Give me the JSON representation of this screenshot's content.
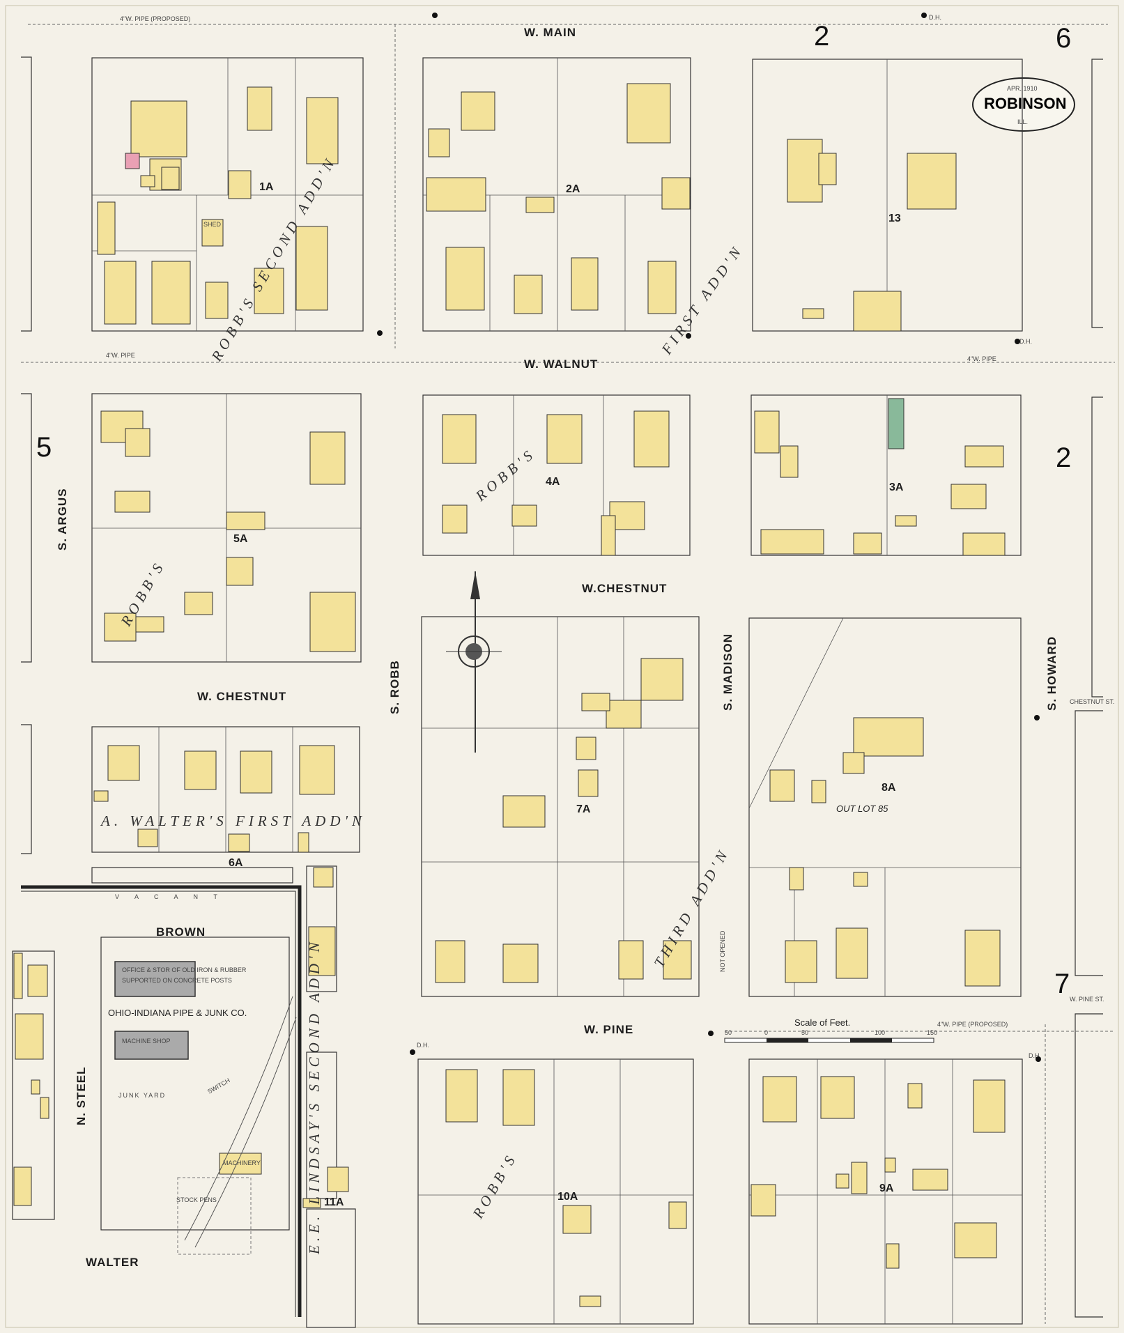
{
  "sheet": {
    "number": "6",
    "date": "APR. 1910",
    "town": "ROBINSON",
    "state": "ILL.",
    "adjacent_sheets": [
      "2",
      "5",
      "2",
      "7"
    ]
  },
  "streets": {
    "w_main": "W. MAIN",
    "w_walnut": "W. WALNUT",
    "w_chestnut_1": "W. CHESTNUT",
    "w_chestnut_2": "W.CHESTNUT",
    "w_pine": "W. PINE",
    "brown": "BROWN",
    "walter": "WALTER",
    "s_argus": "S. ARGUS",
    "s_robb": "S. ROBB",
    "s_madison": "S. MADISON",
    "s_howard": "S. HOWARD",
    "n_steel": "N. STEEL",
    "chestnut_st": "CHESTNUT ST.",
    "w_pine_st": "W. PINE ST."
  },
  "additions": {
    "robbs_second": "ROBB'S SECOND ADD'N",
    "robbs": "ROBB'S",
    "first_addn": "FIRST ADD'N",
    "third_addn": "THIRD ADD'N",
    "walters_first": "A. WALTER'S FIRST ADD'N",
    "lindsays_second": "E.E. LINDSAY'S SECOND ADD'N",
    "out_lot": "OUT LOT 85"
  },
  "blocks": [
    "1A",
    "2A",
    "3A",
    "4A",
    "5A",
    "6A",
    "7A",
    "8A",
    "9A",
    "10A",
    "11A",
    "13"
  ],
  "annotations": {
    "office": "OFFICE & STOR OF OLD IRON & RUBBER",
    "office_note": "SUPPORTED ON CONCRETE POSTS",
    "ohio_indiana": "OHIO-INDIANA PIPE & JUNK CO.",
    "machine_shop": "MACHINE SHOP",
    "junk_yard": "JUNK YARD",
    "stock_pens": "STOCK PENS",
    "machinery": "MACHINERY",
    "vacant": "V A C A N T",
    "switch": "SWITCH",
    "not_opened": "NOT OPENED",
    "scale_of_feet": "Scale of Feet.",
    "pipe_4": "4\"W. PIPE",
    "pipe_proposed": "4\"W. PIPE (PROPOSED)",
    "dh": "D.H.",
    "shed": "SHED"
  },
  "scale": [
    "50",
    "0",
    "50",
    "100",
    "150"
  ],
  "colors": {
    "paper": "#f4f1e8",
    "dwelling": "#f3e29a",
    "brick": "#e9a0b4",
    "special": "#89b99a",
    "ink": "#222222"
  }
}
